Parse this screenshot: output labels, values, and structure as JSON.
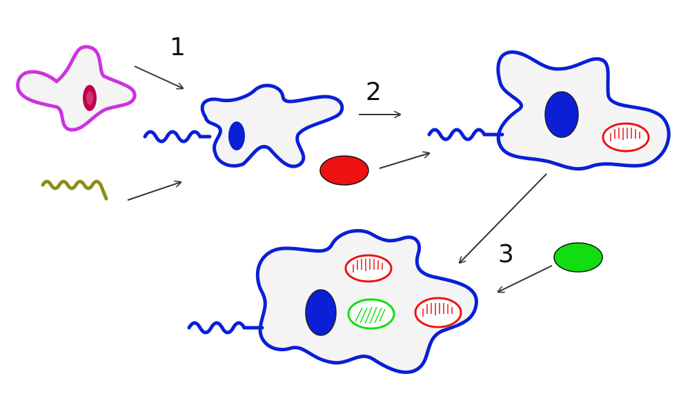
{
  "steps": [
    "1",
    "2",
    "3"
  ],
  "colors": {
    "host_membrane": "#0a1fd6",
    "host_fill": "#f4f4f4",
    "host_nucleus": "#0a1fd6",
    "eukaryote_membrane": "#cc33dd",
    "eukaryote_nucleus": "#c0004a",
    "flagellum_free": "#8c8c14",
    "mitochondrion": "#ee1111",
    "chloroplast": "#11dd11",
    "arrow": "#333333"
  }
}
